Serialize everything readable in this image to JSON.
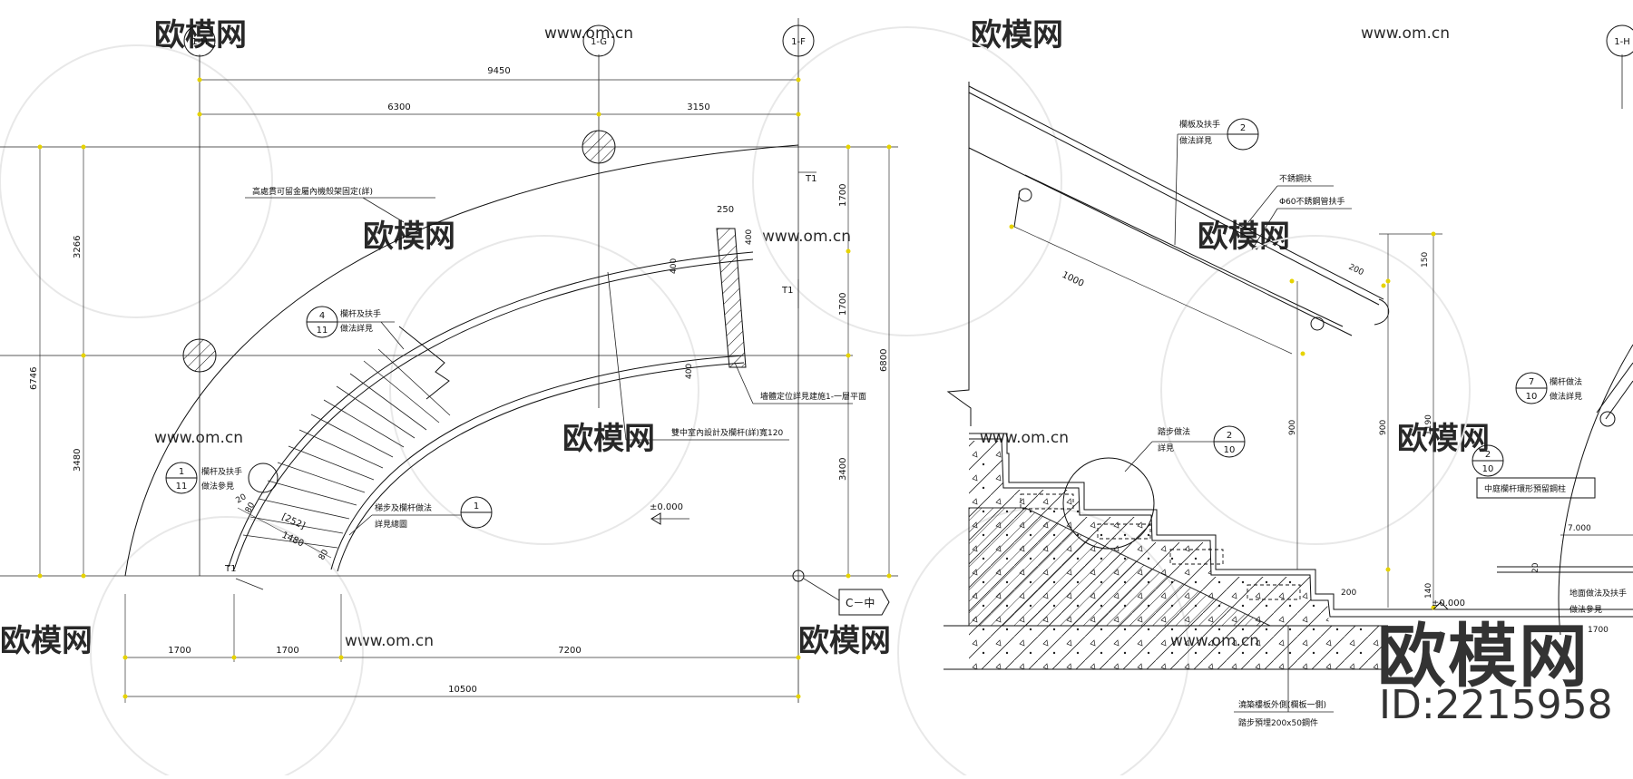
{
  "plan": {
    "axes": [
      "1-H",
      "1-G",
      "1-F"
    ],
    "dims_top": [
      "9450",
      "6300",
      "3150"
    ],
    "dims_left": [
      "3266",
      "6746",
      "3480"
    ],
    "dims_right": [
      "1700",
      "1700",
      "6800",
      "3400"
    ],
    "dims_bottom": [
      "1700",
      "1700",
      "7200",
      "10500"
    ],
    "stair_dims": [
      "250",
      "400",
      "400",
      "20",
      "80",
      "1480",
      "80",
      "[252]"
    ],
    "markers": [
      "T1",
      "T1",
      "T1"
    ],
    "level": "±0.000",
    "section_tag": "C－中",
    "detail_refs": [
      {
        "top": "4",
        "bottom": "11"
      },
      {
        "top": "1",
        "bottom": "11"
      },
      {
        "top": "1",
        "bottom": ""
      }
    ],
    "notes": [
      "高處貫可留金屬內機殼架固定(詳)",
      "欄杆及扶手",
      "做法詳見",
      "欄杆及扶手",
      "做法參見",
      "梯步及欄杆做法",
      "詳見總圖",
      "雙中室內設計及欄杆(詳)寬120",
      "墻體定位詳見建施1-一層平面"
    ]
  },
  "section": {
    "axis": "1-H",
    "dims": [
      "150",
      "900",
      "1190",
      "900",
      "140",
      "200",
      "200",
      "1000",
      "20",
      "1700"
    ],
    "levels": [
      "±0.000",
      "7.000"
    ],
    "detail_refs": [
      {
        "top": "2",
        "bottom": ""
      },
      {
        "top": "2",
        "bottom": "10"
      },
      {
        "top": "7",
        "bottom": "10"
      },
      {
        "top": "2",
        "bottom": "10"
      }
    ],
    "notes": [
      "欄板及扶手",
      "做法詳見",
      "不銹鋼扶",
      "Φ60不銹鋼管扶手",
      "踏步做法",
      "詳見",
      "欄杆做法",
      "做法詳見",
      "中庭欄杆環形預留鋼柱",
      "地面做法及扶手",
      "做法參見",
      "澆築樓板外側(欄板一側)",
      "踏步預埋200x50鋼件"
    ]
  },
  "watermark": {
    "text": "欧模网",
    "url": "www.om.cn"
  },
  "brand": {
    "logo": "欧模网",
    "id": "ID:2215958"
  },
  "colors": {
    "line": "#111111",
    "dim_tick": "#e6d300",
    "watermark": "#d6d6d6"
  }
}
